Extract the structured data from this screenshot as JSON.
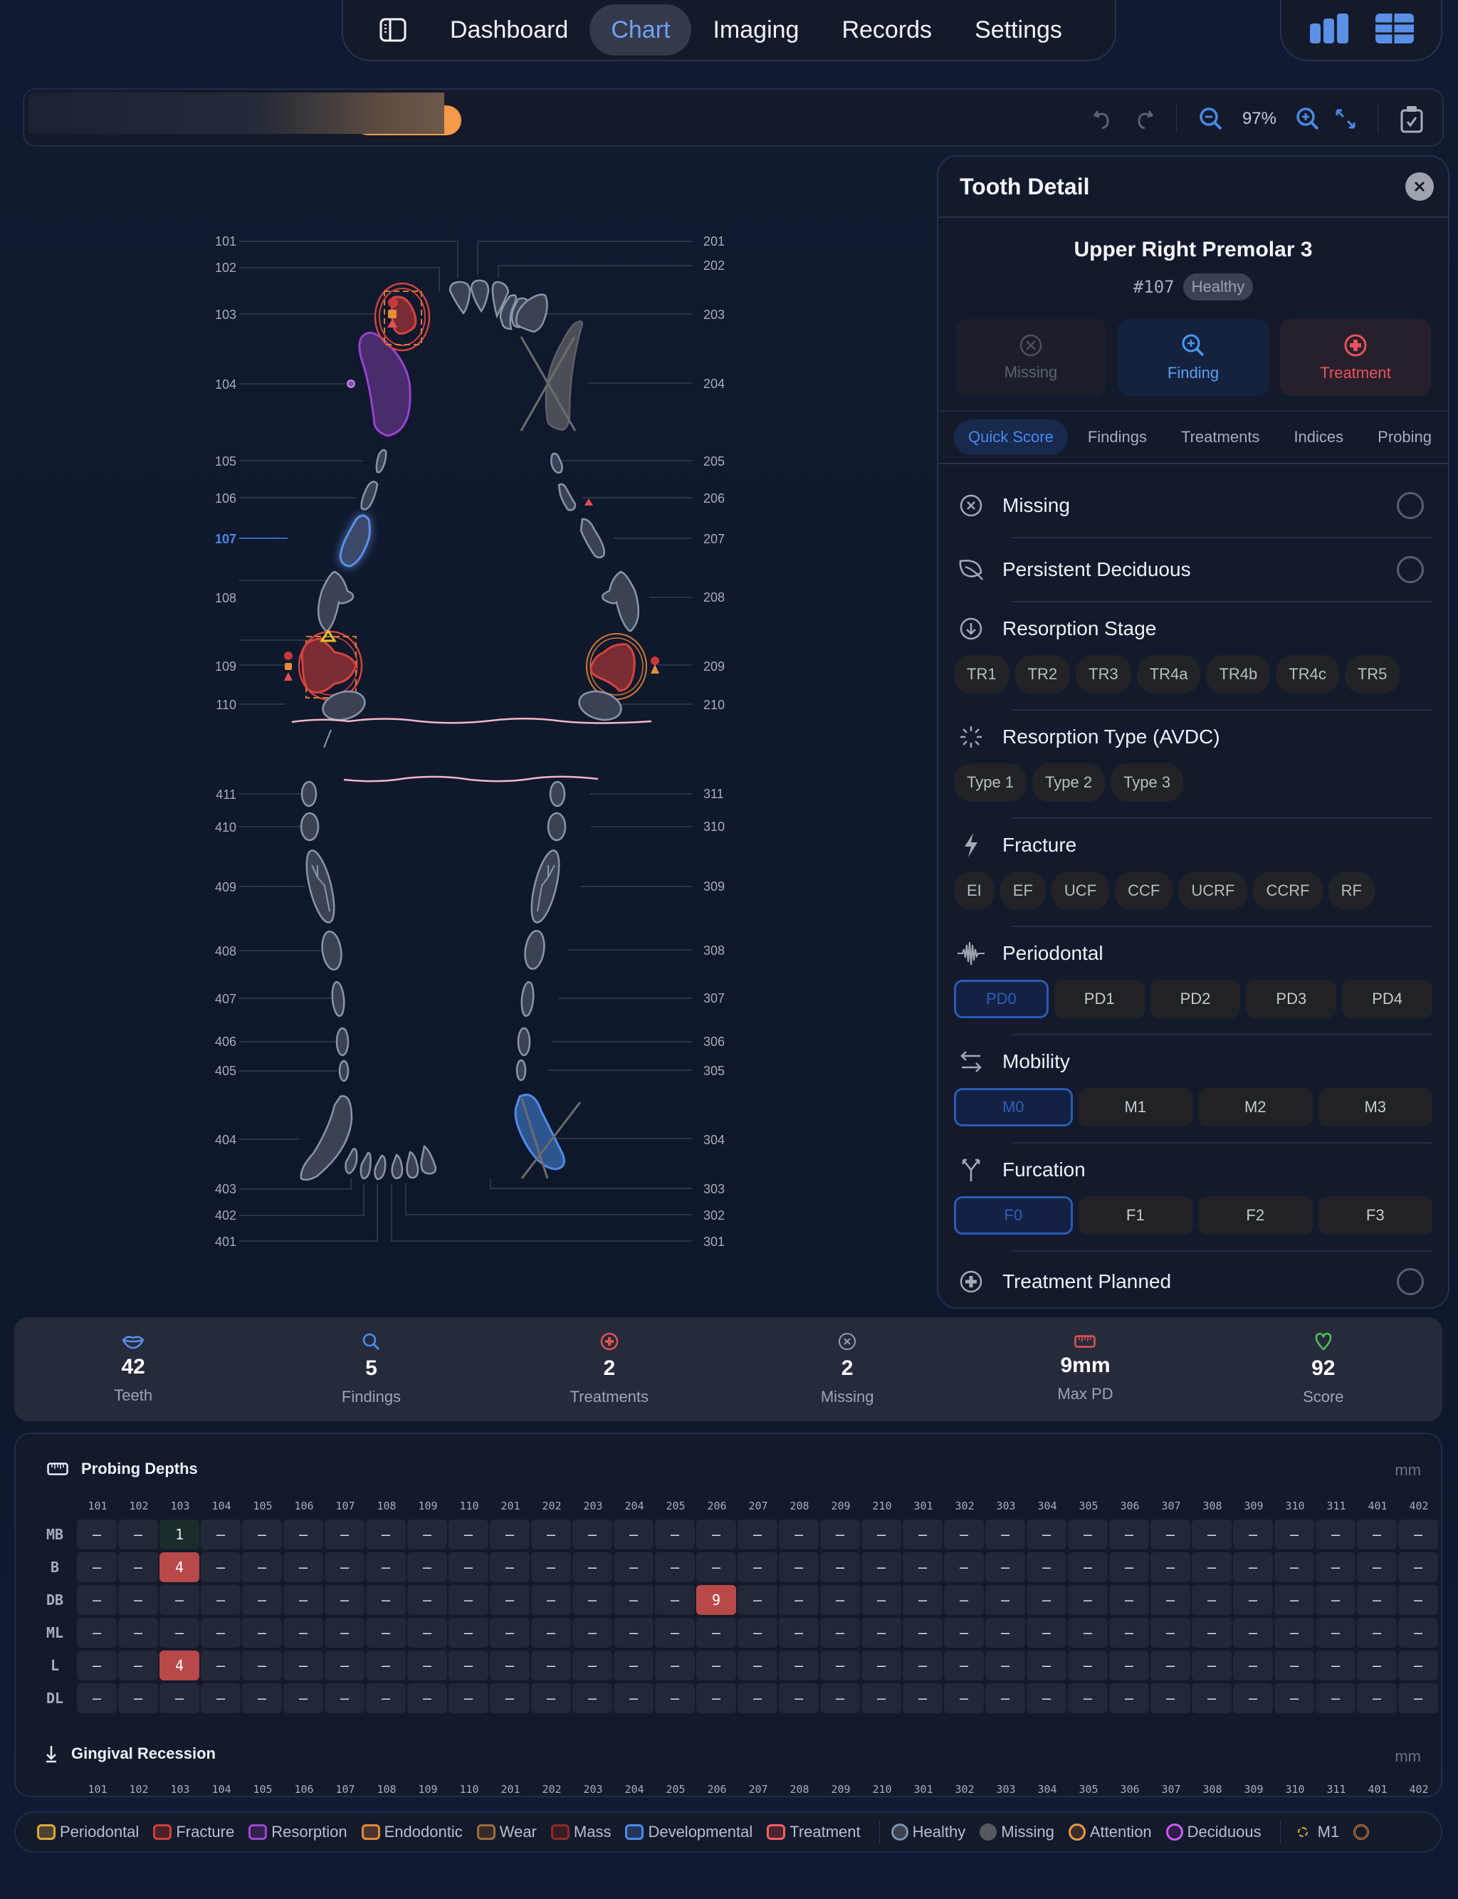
{
  "nav": {
    "tabs": [
      {
        "label": "Dashboard",
        "active": false
      },
      {
        "label": "Chart",
        "active": true
      },
      {
        "label": "Imaging",
        "active": false
      },
      {
        "label": "Records",
        "active": false
      },
      {
        "label": "Settings",
        "active": false
      }
    ],
    "panel_toggle_icon": "sidebar-icon",
    "view_switch": [
      {
        "icon": "bar-chart-icon"
      },
      {
        "icon": "table-icon"
      }
    ]
  },
  "toolbar": {
    "zoom_level": "97%",
    "tools": [
      "undo-icon",
      "redo-icon",
      "zoom-out-icon",
      "zoom-in-icon",
      "fit-screen-icon",
      "clipboard-check-icon"
    ],
    "accent": "#f59a48"
  },
  "dental_chart": {
    "selected_tooth": "107",
    "upper_left_labels": [
      "101",
      "102",
      "103",
      "104",
      "105",
      "106",
      "107",
      "108",
      "109",
      "110"
    ],
    "upper_right_labels": [
      "201",
      "202",
      "203",
      "204",
      "205",
      "206",
      "207",
      "208",
      "209",
      "210"
    ],
    "lower_left_labels": [
      "411",
      "410",
      "409",
      "408",
      "407",
      "406",
      "405",
      "404",
      "403",
      "402",
      "401"
    ],
    "lower_right_labels": [
      "311",
      "310",
      "309",
      "308",
      "307",
      "306",
      "305",
      "304",
      "303",
      "302",
      "301"
    ]
  },
  "detail": {
    "title": "Tooth Detail",
    "tooth_name": "Upper Right Premolar 3",
    "tooth_number": "#107",
    "status": "Healthy",
    "actions": [
      {
        "label": "Missing",
        "icon": "x-circle-icon"
      },
      {
        "label": "Finding",
        "icon": "search-plus-icon"
      },
      {
        "label": "Treatment",
        "icon": "medical-plus-icon"
      }
    ],
    "tabs": [
      "Quick Score",
      "Findings",
      "Treatments",
      "Indices",
      "Probing"
    ],
    "active_tab": "Quick Score",
    "missing_label": "Missing",
    "persistent_deciduous_label": "Persistent Deciduous",
    "resorption_stage": {
      "label": "Resorption Stage",
      "options": [
        "TR1",
        "TR2",
        "TR3",
        "TR4a",
        "TR4b",
        "TR4c",
        "TR5"
      ]
    },
    "resorption_type": {
      "label": "Resorption Type (AVDC)",
      "options": [
        "Type 1",
        "Type 2",
        "Type 3"
      ]
    },
    "fracture": {
      "label": "Fracture",
      "options": [
        "EI",
        "EF",
        "UCF",
        "CCF",
        "UCRF",
        "CCRF",
        "RF"
      ]
    },
    "periodontal": {
      "label": "Periodontal",
      "options": [
        "PD0",
        "PD1",
        "PD2",
        "PD3",
        "PD4"
      ],
      "selected": "PD0"
    },
    "mobility": {
      "label": "Mobility",
      "options": [
        "M0",
        "M1",
        "M2",
        "M3"
      ],
      "selected": "M0"
    },
    "furcation": {
      "label": "Furcation",
      "options": [
        "F0",
        "F1",
        "F2",
        "F3"
      ],
      "selected": "F0"
    },
    "treatment_planned_label": "Treatment Planned"
  },
  "stats": [
    {
      "value": "42",
      "label": "Teeth",
      "icon": "mouth-icon",
      "color": "#5b8fe8"
    },
    {
      "value": "5",
      "label": "Findings",
      "icon": "search-icon",
      "color": "#4a90f0"
    },
    {
      "value": "2",
      "label": "Treatments",
      "icon": "medical-plus-icon",
      "color": "#e25252"
    },
    {
      "value": "2",
      "label": "Missing",
      "icon": "x-circle-icon",
      "color": "#9aa0ab"
    },
    {
      "value": "9mm",
      "label": "Max PD",
      "icon": "ruler-icon",
      "color": "#e25252"
    },
    {
      "value": "92",
      "label": "Score",
      "icon": "heart-icon",
      "color": "#4cc25a"
    }
  ],
  "probing": {
    "title": "Probing Depths",
    "unit": "mm",
    "columns": [
      "101",
      "102",
      "103",
      "104",
      "105",
      "106",
      "107",
      "108",
      "109",
      "110",
      "201",
      "202",
      "203",
      "204",
      "205",
      "206",
      "207",
      "208",
      "209",
      "210",
      "301",
      "302",
      "303",
      "304",
      "305",
      "306",
      "307",
      "308",
      "309",
      "310",
      "311",
      "401",
      "402"
    ],
    "rows": [
      {
        "label": "MB",
        "values": {
          "103": "1"
        }
      },
      {
        "label": "B",
        "values": {
          "103": "4"
        }
      },
      {
        "label": "DB",
        "values": {
          "206": "9"
        }
      },
      {
        "label": "ML",
        "values": {}
      },
      {
        "label": "L",
        "values": {
          "103": "4"
        }
      },
      {
        "label": "DL",
        "values": {}
      }
    ],
    "empty": "–"
  },
  "recession": {
    "title": "Gingival Recession",
    "unit": "mm"
  },
  "legend": {
    "categories": [
      {
        "label": "Periodontal",
        "border": "#d9a93a",
        "fill": "#4a4233"
      },
      {
        "label": "Fracture",
        "border": "#d0403e",
        "fill": "#4a2229"
      },
      {
        "label": "Resorption",
        "border": "#9a48cf",
        "fill": "#322449"
      },
      {
        "label": "Endodontic",
        "border": "#e38a3c",
        "fill": "#4a3530"
      },
      {
        "label": "Wear",
        "border": "#9b6d3d",
        "fill": "#372b29"
      },
      {
        "label": "Mass",
        "border": "#8e2a2a",
        "fill": "#3b1c24"
      },
      {
        "label": "Developmental",
        "border": "#4b8ce8",
        "fill": "#23365a"
      },
      {
        "label": "Treatment",
        "border": "#ef5f67",
        "fill": "#4a2630"
      }
    ],
    "statuses": [
      {
        "label": "Healthy",
        "border": "#8290aa",
        "fill": "#3a4254"
      },
      {
        "label": "Missing",
        "border": "#56595f",
        "fill": "#56595f"
      },
      {
        "label": "Attention",
        "border": "#e69a48",
        "fill": "#3a2c28"
      },
      {
        "label": "Deciduous",
        "border": "#c75ef0",
        "fill": "#2c1c47"
      }
    ],
    "mobility": [
      {
        "label": "M1",
        "color": "#d4a43a"
      }
    ]
  }
}
